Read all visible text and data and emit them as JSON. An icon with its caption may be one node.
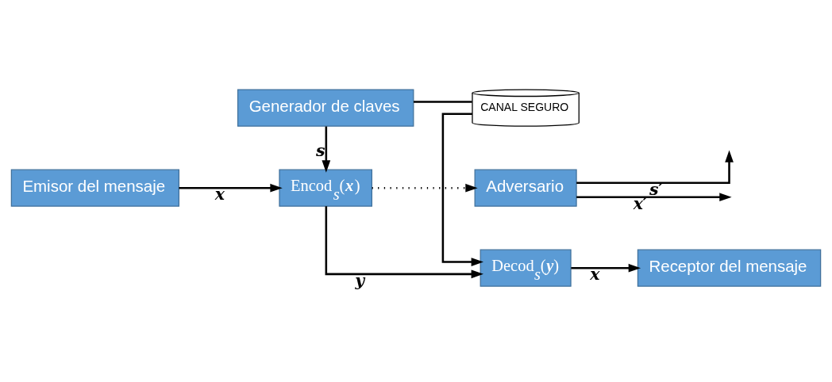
{
  "diagram": {
    "nodes": [
      {
        "text": [
          "Emisor del mensaje"
        ]
      },
      {
        "text": [
          "Encod$_{s}$(*x*)"
        ]
      },
      {
        "text": [
          "Adversario"
        ]
      },
      {
        "text": [
          "Decod$_{s}$(*y*)"
        ]
      },
      {
        "text": [
          "Receptor del mensaje"
        ]
      },
      {
        "text": [
          "Generador de claves"
        ]
      },
      {
        "text": [
          "CANAL SEGURO"
        ]
      }
    ],
    "edges": [
      {
        "from": 0,
        "to": 1,
        "arrow": "to",
        "label": "x"
      },
      {
        "from": 1,
        "to": 3,
        "arrow": "to",
        "label": "y"
      },
      {
        "from": 1,
        "to": 2,
        "arrow": "to",
        "style": "dashed"
      },
      {
        "from": 3,
        "to": 4,
        "arrow": "to",
        "label": "x"
      },
      {
        "from": 2,
        "to": null,
        "arrow": "to",
        "label": "x′"
      },
      {
        "from": 2,
        "to": null,
        "arrow": "to",
        "label": "s′"
      },
      {
        "from": 5,
        "to": 1,
        "arrow": "to",
        "label": "s"
      },
      {
        "from": 5,
        "to": 6,
        "arrow": "none"
      },
      {
        "from": 6,
        "to": 3,
        "arrow": "to"
      }
    ]
  }
}
